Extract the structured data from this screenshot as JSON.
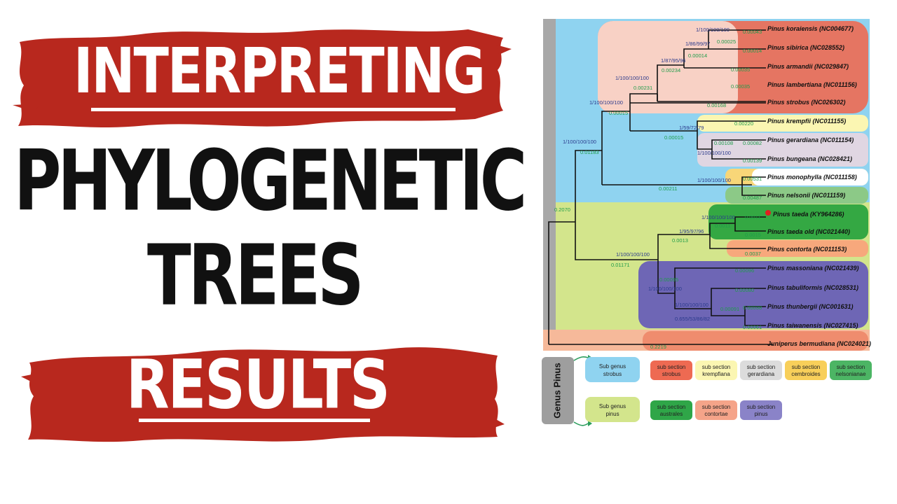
{
  "title": {
    "line1": "INTERPRETING",
    "line2": "PHYLOGENETIC",
    "line3": "TREES",
    "line4": "RESULTS"
  },
  "colors": {
    "brush_red": "#b8281e",
    "title_black": "#111111",
    "title_white": "#ffffff"
  },
  "tree": {
    "taxa": [
      {
        "name": "Pinus koraiensis (NC004677)"
      },
      {
        "name": "Pinus sibirica (NC028552)"
      },
      {
        "name": "Pinus armandii (NC029847)"
      },
      {
        "name": "Pinus lambertiana (NC011156)"
      },
      {
        "name": "Pinus strobus (NC026302)"
      },
      {
        "name": "Pinus krempfii (NC011155)"
      },
      {
        "name": "Pinus gerardiana (NC011154)"
      },
      {
        "name": "Pinus bungeana (NC028421)"
      },
      {
        "name": "Pinus monophylla (NC011158)"
      },
      {
        "name": "Pinus nelsonii (NC011159)"
      },
      {
        "name": "Pinus taeda (KY964286)"
      },
      {
        "name": "Pinus taeda old (NC021440)"
      },
      {
        "name": "Pinus contorta (NC011153)"
      },
      {
        "name": "Pinus massoniana (NC021439)"
      },
      {
        "name": "Pinus tabuliformis (NC028531)"
      },
      {
        "name": "Pinus thunbergii (NC001631)"
      },
      {
        "name": "Pinus taiwanensis (NC027415)"
      },
      {
        "name": "Juniperus bermudiana (NC024021)"
      }
    ],
    "support_labels": [
      "1/100/100/100",
      "1/86/99/97",
      "1/87/95/96",
      "1/100/100/100",
      "1/100/100/100",
      "1/100/100/100",
      "1/59/72/79",
      "1/100/100/100",
      "1/100/100/100",
      "1/100/100/100",
      "1/95/97/96",
      "1/100/100/100",
      "1/100/100/100",
      "1/100/100/100",
      "0.655/53/86/82"
    ],
    "branch_lengths": [
      "0.00043",
      "0.00025",
      "0.00014",
      "0.00014",
      "0.00035",
      "0.00234",
      "0.00035",
      "0.00231",
      "0.00168",
      "0.00015",
      "0.00220",
      "0.00015",
      "0.00108",
      "0.00082",
      "0.00139",
      "0.01183",
      "0.00531",
      "0.00211",
      "0.00487",
      "0.2070",
      "0.0011",
      "0.0011",
      "0.0015",
      "0.0013",
      "0.0037",
      "0.01171",
      "0.00096",
      "0.00095",
      "0.00080",
      "0.00091",
      "0.00038",
      "0.00061",
      "0.2219"
    ],
    "colors": {
      "sky": "#8fd3f0",
      "lime": "#d3e58c",
      "strobus": "#ee6a52",
      "krempfiana": "#fbf6b2",
      "gerardiana": "#e0d6e2",
      "cembroides": "#f8d678",
      "nelsonianae": "#8cc987",
      "australes": "#34a843",
      "contortae": "#f7a87c",
      "pinus": "#6e66b5",
      "juniper": "#f6b99a"
    }
  },
  "legend": {
    "genus": "Genus Pinus",
    "subgenus_strobus": {
      "line1": "Sub genus",
      "line2": "strobus"
    },
    "subgenus_pinus": {
      "line1": "Sub genus",
      "line2": "pinus"
    },
    "sections_strobus": [
      {
        "line1": "sub section",
        "line2": "strobus",
        "color": "#ee6a52"
      },
      {
        "line1": "sub section",
        "line2": "krempfiana",
        "color": "#fbf6b2"
      },
      {
        "line1": "sub section",
        "line2": "gerardiana",
        "color": "#dcdcdc"
      },
      {
        "line1": "sub section",
        "line2": "cembroides",
        "color": "#f8cf5a"
      },
      {
        "line1": "sub section",
        "line2": "nelsonianae",
        "color": "#4cb564"
      }
    ],
    "sections_pinus": [
      {
        "line1": "sub section",
        "line2": "australes",
        "color": "#2fa648"
      },
      {
        "line1": "sub section",
        "line2": "contortae",
        "color": "#f5a489"
      },
      {
        "line1": "sub section",
        "line2": "pinus",
        "color": "#8a83c8"
      }
    ]
  }
}
